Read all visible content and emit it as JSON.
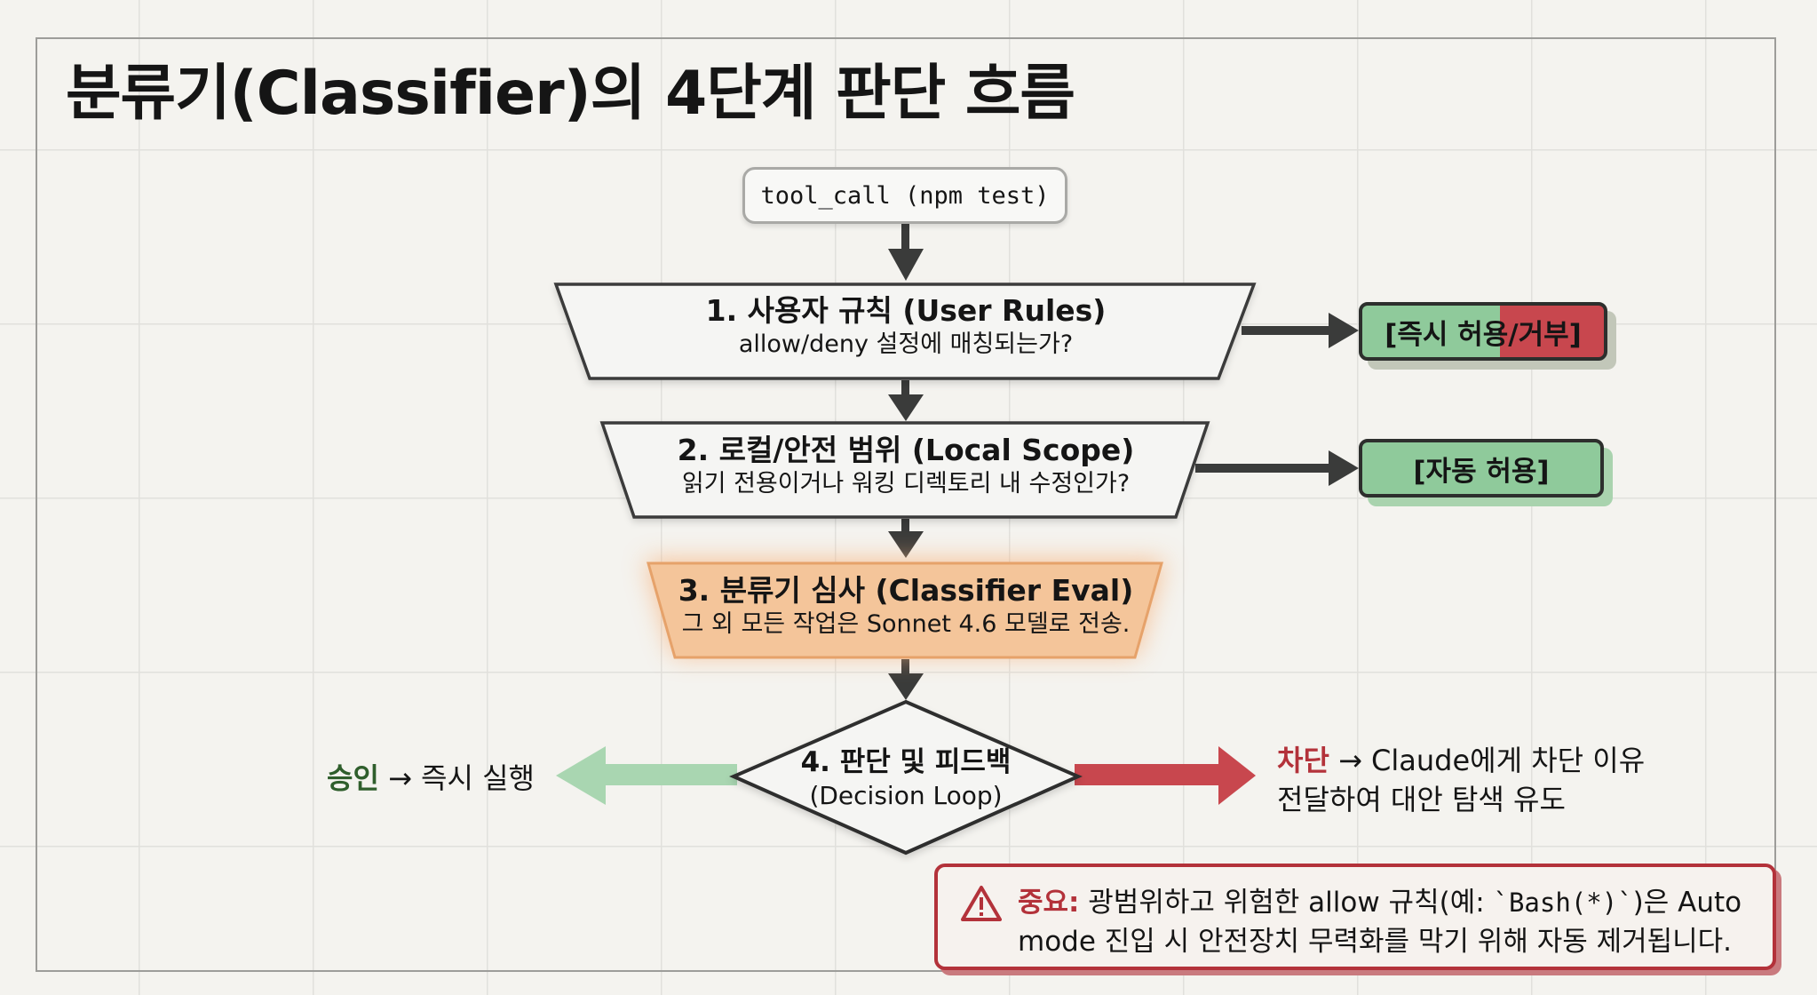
{
  "title": "분류기(Classifier)의 4단계 판단 흐름",
  "start_node": {
    "label": "tool_call (npm test)"
  },
  "steps": [
    {
      "title": "1. 사용자 규칙 (User Rules)",
      "subtitle": "allow/deny 설정에 매칭되는가?"
    },
    {
      "title": "2. 로컬/안전 범위 (Local Scope)",
      "subtitle": "읽기 전용이거나 워킹 디렉토리 내 수정인가?"
    },
    {
      "title": "3. 분류기 심사 (Classifier Eval)",
      "subtitle": "그 외 모든 작업은 Sonnet 4.6 모델로 전송."
    },
    {
      "title": "4. 판단 및 피드백",
      "subtitle": "(Decision Loop)"
    }
  ],
  "outcomes": {
    "rules_result": "[즉시 허용/거부]",
    "scope_result": "[자동 허용]",
    "approve": {
      "label": "승인",
      "rest": " → 즉시 실행"
    },
    "block": {
      "label": "차단",
      "rest": " → Claude에게 차단 이유",
      "line2": "전달하여 대안 탐색 유도"
    }
  },
  "note": {
    "label": "중요:",
    "text_before": " 광범위하고 위험한 allow 규칙(예: ",
    "code": "`Bash(*)`",
    "text_after": ")은 Auto mode 진입 시 안전장치 무력화를 막기 위해 자동 제거됩니다."
  },
  "colors": {
    "green": "#8fca9b",
    "red": "#c8474e",
    "orange": "#f4c59a",
    "dark": "#2d2f2d"
  }
}
